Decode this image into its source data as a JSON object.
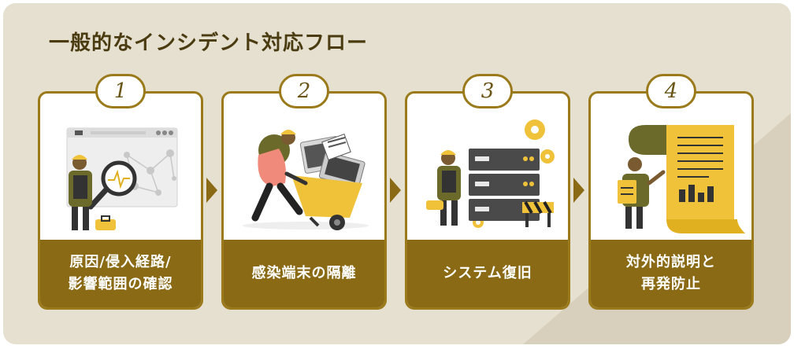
{
  "title": "一般的なインシデント対応フロー",
  "colors": {
    "background": "#e6e0d0",
    "accent": "#8a6a14",
    "accent_light": "#f0c23a",
    "card": "#ffffff"
  },
  "steps": [
    {
      "number": "1",
      "label": "原因/侵入経路/\n影響範囲の確認",
      "illustration": "investigation-icon"
    },
    {
      "number": "2",
      "label": "感染端末の隔離",
      "illustration": "isolation-cart-icon"
    },
    {
      "number": "3",
      "label": "システム復旧",
      "illustration": "server-recovery-icon"
    },
    {
      "number": "4",
      "label": "対外的説明と\n再発防止",
      "illustration": "report-document-icon"
    }
  ]
}
